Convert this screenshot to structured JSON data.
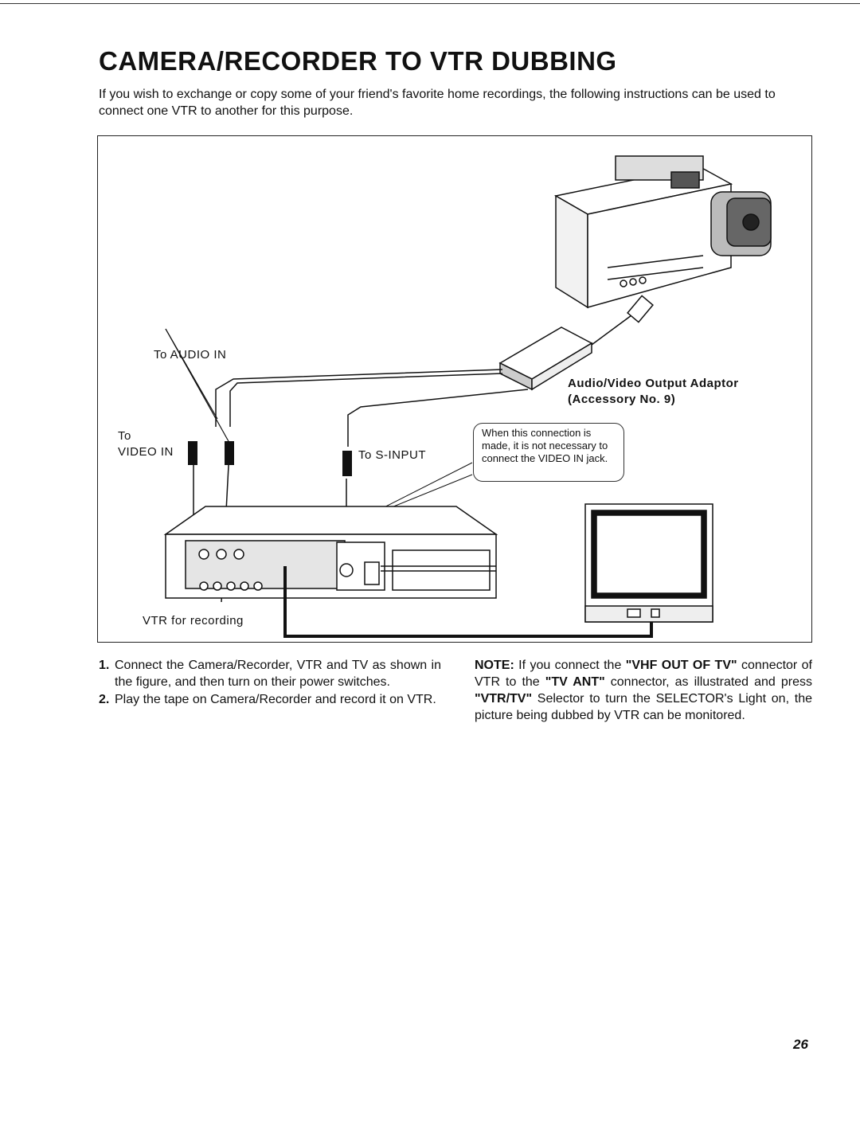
{
  "title": "CAMERA/RECORDER TO VTR DUBBING",
  "intro": "If you wish to exchange or copy some of your friend's favorite home recordings, the following instructions can be used to connect one VTR to another for this purpose.",
  "figure": {
    "to_audio_in": "To AUDIO IN",
    "to_label": "To",
    "video_in": "VIDEO IN",
    "to_s_input": "To S-INPUT",
    "adaptor_line1": "Audio/Video Output Adaptor",
    "adaptor_line2": "(Accessory No. 9)",
    "callout": "When this connection is made, it is not necessary to connect the VIDEO IN jack.",
    "vtr_label": "VTR for recording"
  },
  "steps": [
    {
      "num": "1.",
      "text": "Connect the Camera/Recorder, VTR and TV as shown in the figure, and then turn on their power switches."
    },
    {
      "num": "2.",
      "text": "Play the tape on Camera/Recorder and record it on VTR."
    }
  ],
  "note": {
    "prefix": "NOTE:",
    "t1": " If you connect the ",
    "b1": "\"VHF OUT OF TV\"",
    "t2": " connector of VTR to the ",
    "b2": "\"TV ANT\"",
    "t3": " connector, as illustrated and press ",
    "b3": "\"VTR/TV\"",
    "t4": " Selector to turn the SELECTOR's Light on, the picture being dubbed by VTR can be monitored."
  },
  "page_number": "26"
}
